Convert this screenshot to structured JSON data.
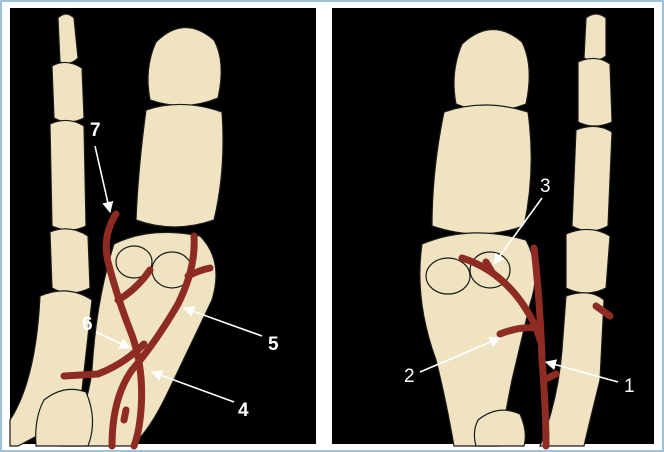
{
  "colors": {
    "background": "#000000",
    "bone": "#efe3c2",
    "bone_outline": "#1a1a1a",
    "artery": "#8e2b22",
    "frame_border": "#9dc3dc",
    "label": "#ffffff",
    "pointer": "#ffffff"
  },
  "left_panel": {
    "labels": {
      "l7": "7",
      "l6": "6",
      "l5": "5",
      "l4": "4"
    }
  },
  "right_panel": {
    "labels": {
      "l3": "3",
      "l2": "2",
      "l1": "1"
    }
  }
}
